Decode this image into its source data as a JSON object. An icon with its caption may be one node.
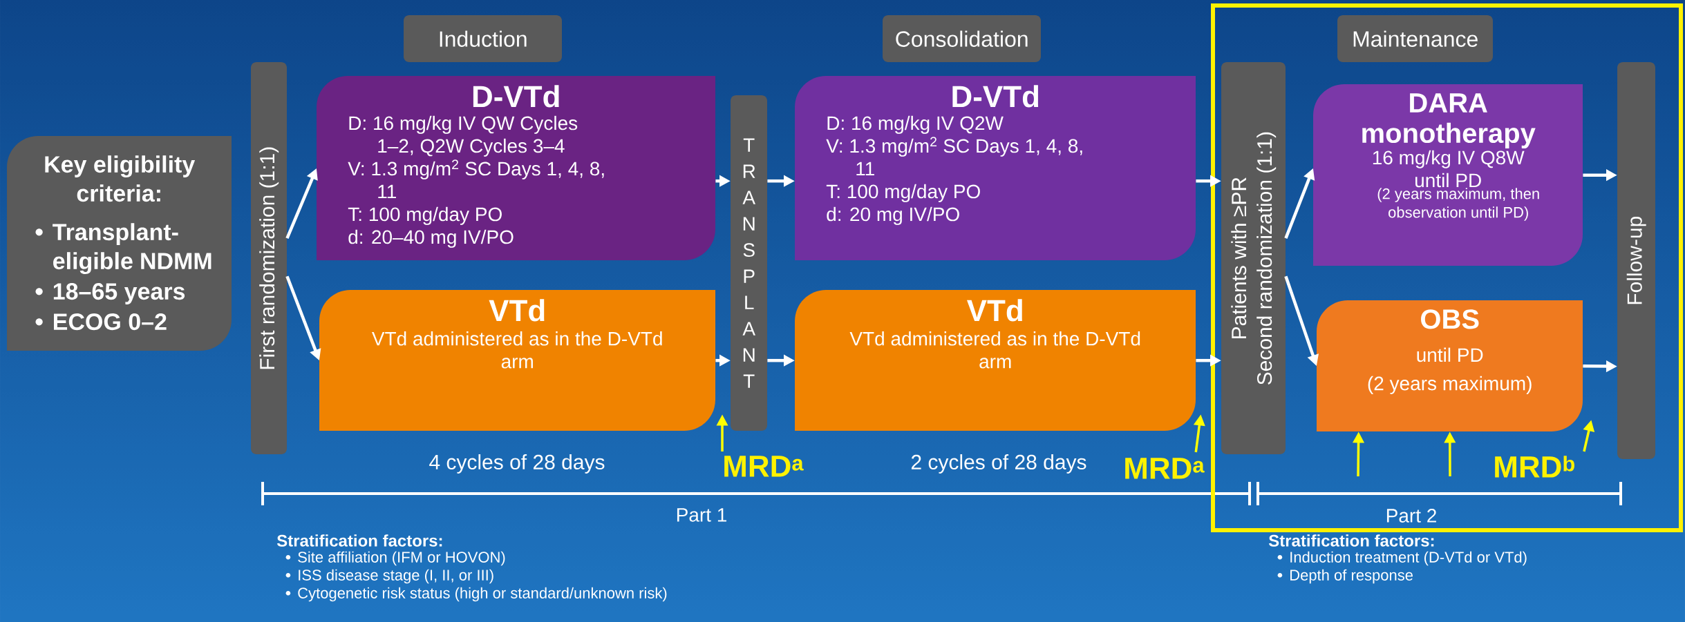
{
  "diagram": {
    "nodes": [
      {
        "text": [
          "Key eligibility criteria:",
          "Transplant-eligible NDMM",
          "18–65 years",
          "ECOG 0–2"
        ]
      },
      {
        "text": [
          "First randomization (1:1)"
        ]
      },
      {
        "text": [
          "Induction"
        ]
      },
      {
        "text": [
          "D-VTd",
          "D: 16 mg/kg IV QW Cycles 1–2, Q2W Cycles 3–4",
          "V: 1.3 mg/m$^{2}$ SC Days 1, 4, 8, 11",
          "T: 100 mg/day PO",
          "d: 20–40 mg IV/PO"
        ]
      },
      {
        "text": [
          "VTd",
          "VTd administered as in the D-VTd arm"
        ]
      },
      {
        "text": [
          "TRANSPLANT"
        ]
      },
      {
        "text": [
          "Consolidation"
        ]
      },
      {
        "text": [
          "D-VTd",
          "D: 16 mg/kg IV Q2W",
          "V: 1.3 mg/m$^{2}$ SC Days 1, 4, 8, 11",
          "T: 100 mg/day PO",
          "d: 20 mg IV/PO"
        ]
      },
      {
        "text": [
          "VTd",
          "VTd administered as in the D-VTd arm"
        ]
      },
      {
        "text": [],
        "shape": "box"
      },
      {
        "text": [
          "Maintenance"
        ],
        "in": 9
      },
      {
        "text": [
          "Patients with ≥PR",
          "Second randomization (1:1)"
        ],
        "in": 9
      },
      {
        "text": [
          "DARA monotherapy",
          "16 mg/kg IV Q8W until PD",
          "(2 years maximum, then observation until PD)"
        ],
        "in": 9
      },
      {
        "text": [
          "OBS",
          "until PD",
          "(2 years maximum)"
        ],
        "in": 9
      },
      {
        "text": [
          "Follow-up"
        ],
        "in": 9
      },
      {
        "text": [
          "MRD$^{a}$"
        ]
      },
      {
        "text": [
          "MRD$^{a}$"
        ]
      },
      {
        "text": [
          "MRD$^{b}$"
        ],
        "in": 9
      }
    ],
    "edges": [
      {
        "from": 1,
        "to": 3,
        "arrow": "to"
      },
      {
        "from": 1,
        "to": 4,
        "arrow": "to"
      },
      {
        "from": 3,
        "to": 5,
        "arrow": "to"
      },
      {
        "from": 4,
        "to": 5,
        "arrow": "to"
      },
      {
        "from": 5,
        "to": 7,
        "arrow": "to"
      },
      {
        "from": 5,
        "to": 8,
        "arrow": "to"
      },
      {
        "from": 7,
        "to": 11,
        "arrow": "to"
      },
      {
        "from": 8,
        "to": 11,
        "arrow": "to"
      },
      {
        "from": 11,
        "to": 12,
        "arrow": "to"
      },
      {
        "from": 11,
        "to": 13,
        "arrow": "to"
      },
      {
        "from": 12,
        "to": 14,
        "arrow": "to"
      },
      {
        "from": 13,
        "to": 14,
        "arrow": "to"
      },
      {
        "from": 15,
        "to": 5,
        "arrow": "to",
        "color": "#ffff00"
      },
      {
        "from": 16,
        "to": 8,
        "arrow": "to",
        "color": "#ffff00"
      },
      {
        "from": null,
        "to": 13,
        "arrow": "to",
        "color": "#ffff00"
      },
      {
        "from": null,
        "to": 13,
        "arrow": "to",
        "color": "#ffff00"
      },
      {
        "from": 17,
        "to": 13,
        "arrow": "to",
        "color": "#ffff00"
      }
    ],
    "labels": [
      "4 cycles of 28 days",
      "2 cycles of 28 days",
      "Part 1",
      "Part 2",
      "Stratification factors:",
      "Site affiliation (IFM or HOVON)",
      "ISS disease stage (I, II, or III)",
      "Cytogenetic risk status (high or standard/unknown risk)",
      "Stratification factors:",
      "Induction treatment (D-VTd or VTd)",
      "Depth of response"
    ]
  }
}
